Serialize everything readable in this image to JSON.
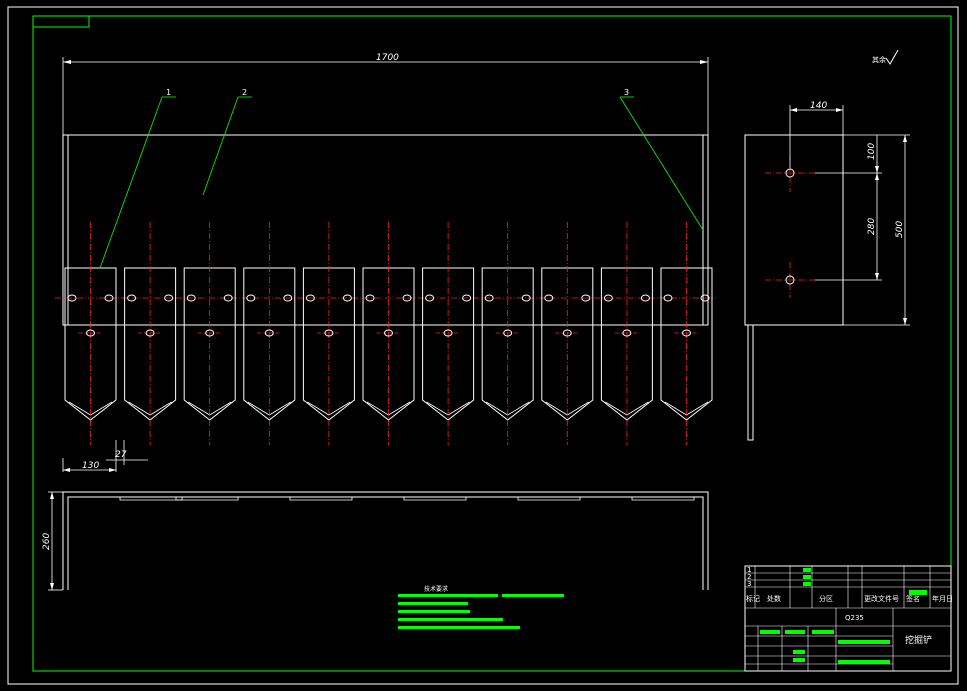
{
  "colors": {
    "background": "#000000",
    "frame": "#00ff00",
    "outline": "#ffffff",
    "centerline": "#ff2020",
    "leader": "#00ff00"
  },
  "front_view": {
    "overall_width": "1700",
    "blade_width": "130",
    "blade_gap": "27",
    "blade_count": 11,
    "callouts": [
      "1",
      "2",
      "3"
    ]
  },
  "side_view": {
    "top_width": "140",
    "hole_offset": "100",
    "hole_spacing": "280",
    "height": "500"
  },
  "bottom_view": {
    "height": "260"
  },
  "roughness_mark": "其余",
  "notes": {
    "title": "技术要求"
  },
  "title_block": {
    "header_labels": [
      "标记",
      "处数",
      "分区",
      "更改文件号",
      "签名",
      "年月日"
    ],
    "revision_rows": [
      "1",
      "2",
      "3"
    ],
    "material_note": "Q235",
    "drawing_name": "挖掘铲"
  }
}
